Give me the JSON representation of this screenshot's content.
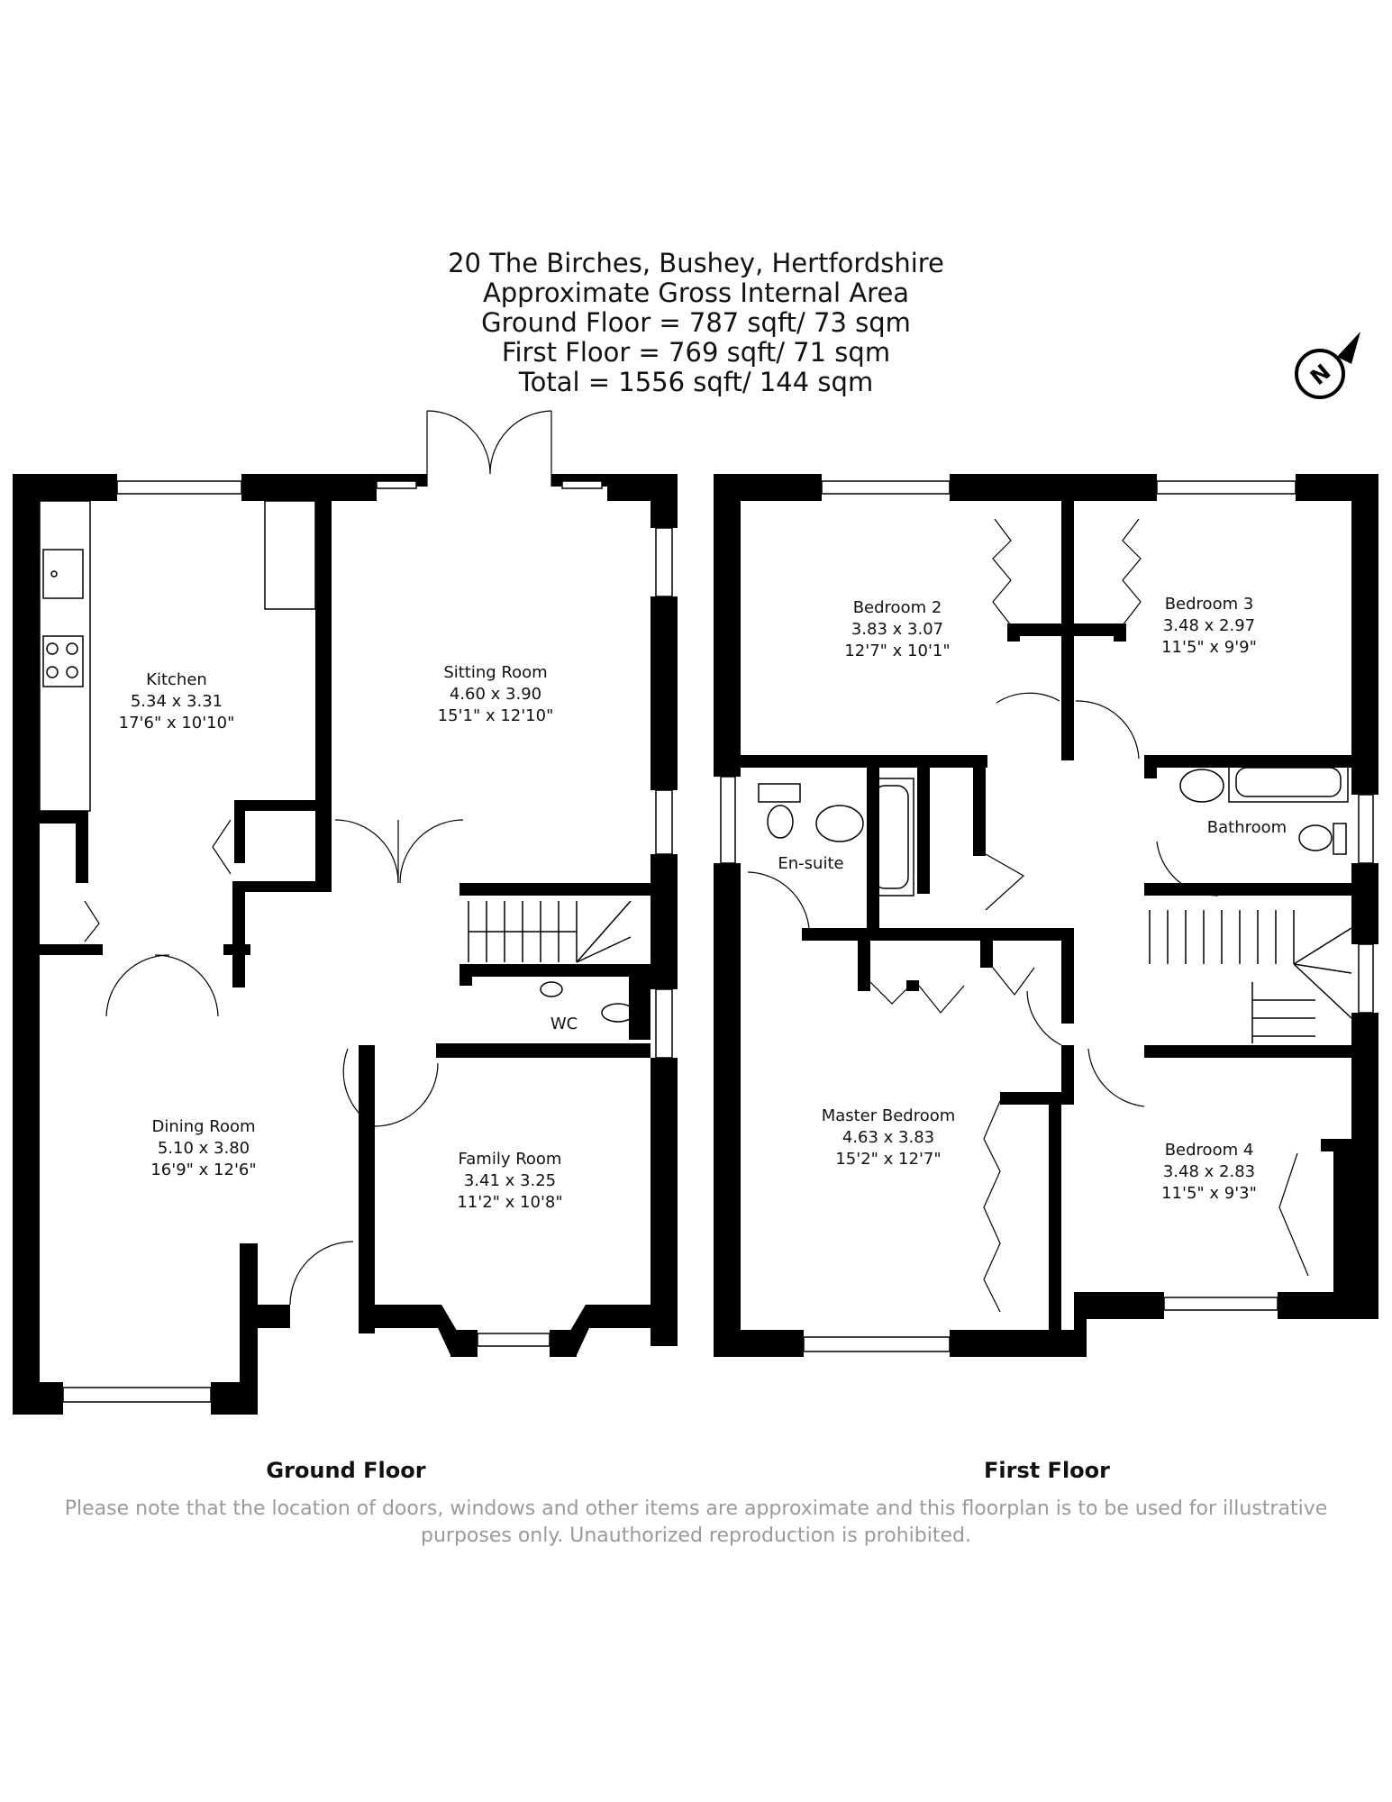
{
  "header": {
    "address": "20 The Birches, Bushey, Hertfordshire",
    "area_title": "Approximate Gross Internal Area",
    "ground_area": "Ground Floor = 787 sqft/ 73 sqm",
    "first_area": "First Floor = 769 sqft/ 71 sqm",
    "total_area": "Total = 1556 sqft/ 144 sqm"
  },
  "compass": {
    "label": "N"
  },
  "floors": {
    "ground": "Ground Floor",
    "first": "First Floor"
  },
  "rooms": {
    "kitchen": {
      "name": "Kitchen",
      "metric": "5.34 x 3.31",
      "imperial": "17'6\" x 10'10\""
    },
    "sitting": {
      "name": "Sitting Room",
      "metric": "4.60 x 3.90",
      "imperial": "15'1\" x 12'10\""
    },
    "dining": {
      "name": "Dining Room",
      "metric": "5.10 x 3.80",
      "imperial": "16'9\" x 12'6\""
    },
    "family": {
      "name": "Family Room",
      "metric": "3.41 x 3.25",
      "imperial": "11'2\" x 10'8\""
    },
    "wc": {
      "name": "WC"
    },
    "bedroom2": {
      "name": "Bedroom 2",
      "metric": "3.83 x 3.07",
      "imperial": "12'7\" x 10'1\""
    },
    "bedroom3": {
      "name": "Bedroom 3",
      "metric": "3.48 x 2.97",
      "imperial": "11'5\" x 9'9\""
    },
    "ensuite": {
      "name": "En-suite"
    },
    "bathroom": {
      "name": "Bathroom"
    },
    "master": {
      "name": "Master Bedroom",
      "metric": "4.63 x 3.83",
      "imperial": "15'2\" x 12'7\""
    },
    "bedroom4": {
      "name": "Bedroom 4",
      "metric": "3.48 x 2.83",
      "imperial": "11'5\" x 9'3\""
    }
  },
  "disclaimer": {
    "line1": "Please note that the location of doors, windows and other items are approximate and this floorplan is to be used for illustrative",
    "line2": "purposes only. Unauthorized reproduction is prohibited."
  }
}
